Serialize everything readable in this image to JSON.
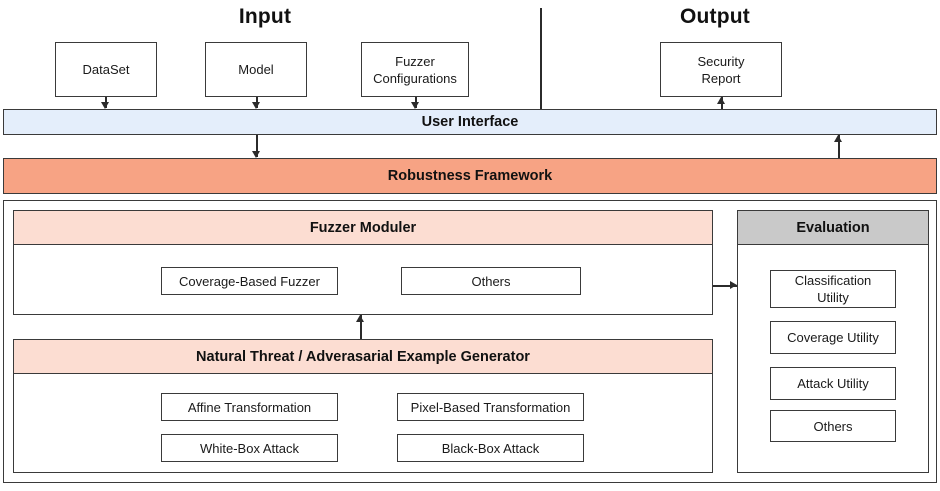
{
  "diagram": {
    "title_input": "Input",
    "title_output": "Output",
    "input_boxes": [
      {
        "label": "DataSet"
      },
      {
        "label": "Model"
      },
      {
        "label": "Fuzzer\nConfigurations"
      }
    ],
    "output_boxes": [
      {
        "label": "Security\nReport"
      }
    ],
    "user_interface_label": "User Interface",
    "robustness_framework_label": "Robustness Framework",
    "fuzzer_moduler": {
      "header": "Fuzzer Moduler",
      "items": [
        {
          "label": "Coverage-Based Fuzzer"
        },
        {
          "label": "Others"
        }
      ]
    },
    "generator": {
      "header": "Natural Threat / Adverasarial Example Generator",
      "items": [
        {
          "label": "Affine Transformation"
        },
        {
          "label": "Pixel-Based Transformation"
        },
        {
          "label": "White-Box Attack"
        },
        {
          "label": "Black-Box Attack"
        }
      ]
    },
    "evaluation": {
      "header": "Evaluation",
      "items": [
        {
          "label": "Classification\nUtility"
        },
        {
          "label": "Coverage Utility"
        },
        {
          "label": "Attack Utility"
        },
        {
          "label": "Others"
        }
      ]
    },
    "connectors": [
      {
        "name": "dataset-to-ui",
        "type": "arrow-down"
      },
      {
        "name": "model-to-ui",
        "type": "arrow-down"
      },
      {
        "name": "fuzzer-config-to-ui",
        "type": "arrow-down"
      },
      {
        "name": "ui-to-security-report",
        "type": "arrow-up"
      },
      {
        "name": "ui-to-robustness-framework",
        "type": "arrow-down"
      },
      {
        "name": "robustness-framework-to-ui",
        "type": "arrow-up"
      },
      {
        "name": "generator-to-fuzzer-moduler",
        "type": "arrow-up"
      },
      {
        "name": "fuzzer-moduler-to-evaluation",
        "type": "arrow-right"
      },
      {
        "name": "input-output-divider",
        "type": "vertical-line"
      }
    ],
    "colors": {
      "user_interface_fill": "#e4eefb",
      "robustness_framework_fill": "#f7a384",
      "panel_header_pink": "#fcddd2",
      "evaluation_header_gray": "#c9c9c9",
      "box_border": "#3a3a3a",
      "connector": "#2b2b2b",
      "background": "#ffffff"
    }
  }
}
